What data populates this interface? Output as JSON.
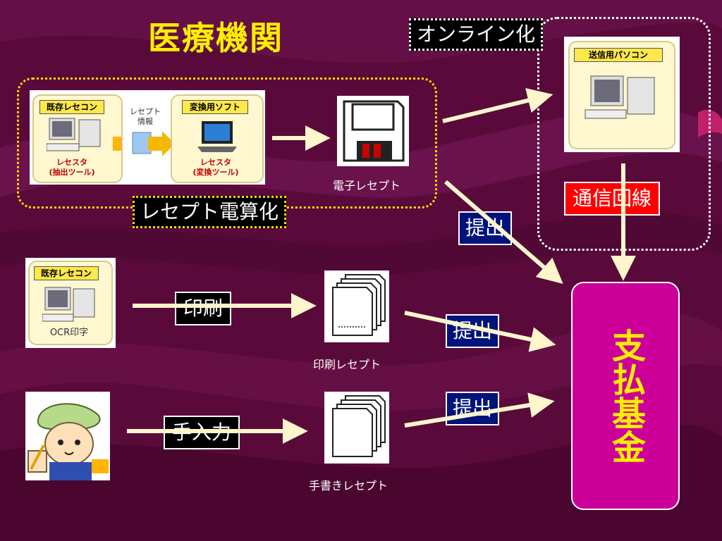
{
  "title": "医療機関",
  "labels": {
    "online": "オンライン化",
    "receipt_computerization": "レセプト電算化",
    "comm_line": "通信回線",
    "submit_1": "提出",
    "submit_2": "提出",
    "submit_3": "提出",
    "print": "印刷",
    "manual_entry": "手入力",
    "payment_fund": "支払基金"
  },
  "captions": {
    "electronic_receipt": "電子レセプト",
    "printed_receipt": "印刷レセプト",
    "handwritten_receipt": "手書きレセプト"
  },
  "existing_system_panel": {
    "left_label": "既存レセコン",
    "middle_label_line1": "レセプト",
    "middle_label_line2": "情報",
    "right_label": "変換用ソフト",
    "left_caption_line1": "レセスタ",
    "left_caption_line2": "(抽出ツール)",
    "right_caption_line1": "レセスタ",
    "right_caption_line2": "(変換ツール)"
  },
  "ocr_panel": {
    "label": "既存レセコン",
    "caption": "OCR印字"
  },
  "sender_pc_panel": {
    "label": "送信用パソコン"
  },
  "colors": {
    "background": "#5a0a3a",
    "title": "#ffee00",
    "submit_tag": "#00137a",
    "comm_line_tag": "#ff0000",
    "fund_box": "#cc0099",
    "fund_text": "#ffee00",
    "arrow": "#fff6cc"
  },
  "icons": [
    "desktop-computer-icon",
    "floppy-disk-icon",
    "document-stack-icon",
    "person-writing-icon",
    "arrow-icon"
  ]
}
